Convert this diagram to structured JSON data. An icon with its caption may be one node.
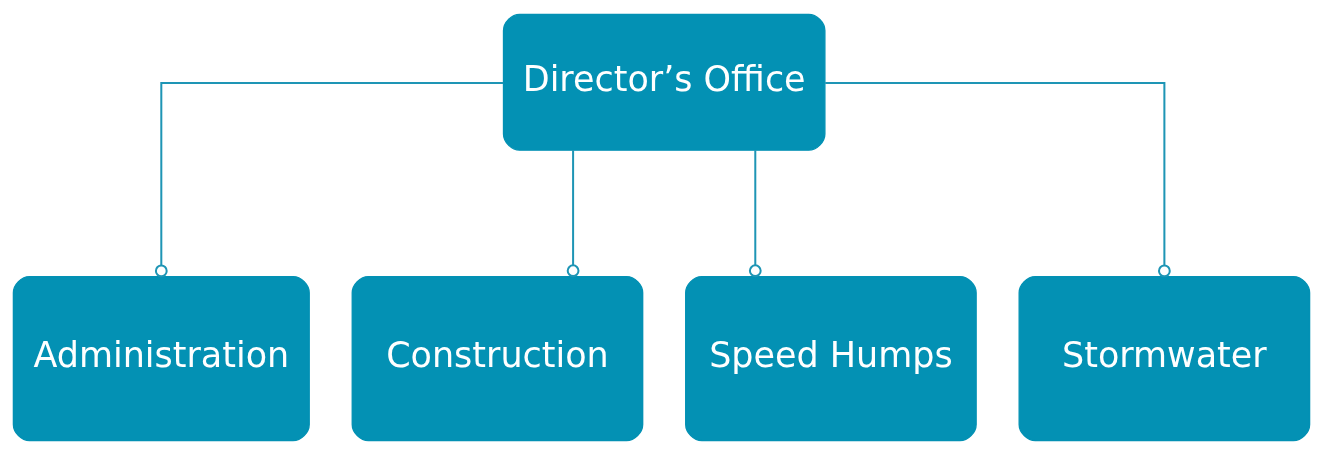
{
  "diagram": {
    "nodes": [
      {
        "text": [
          "Director’s Office"
        ]
      },
      {
        "text": [
          "Administration"
        ]
      },
      {
        "text": [
          "Construction"
        ]
      },
      {
        "text": [
          "Speed Humps"
        ]
      },
      {
        "text": [
          "Stormwater"
        ]
      }
    ],
    "edges": [
      {
        "from": 0,
        "to": 1,
        "arrow": "other"
      },
      {
        "from": 0,
        "to": 2,
        "arrow": "other"
      },
      {
        "from": 0,
        "to": 3,
        "arrow": "other"
      },
      {
        "from": 0,
        "to": 4,
        "arrow": "other"
      }
    ]
  }
}
